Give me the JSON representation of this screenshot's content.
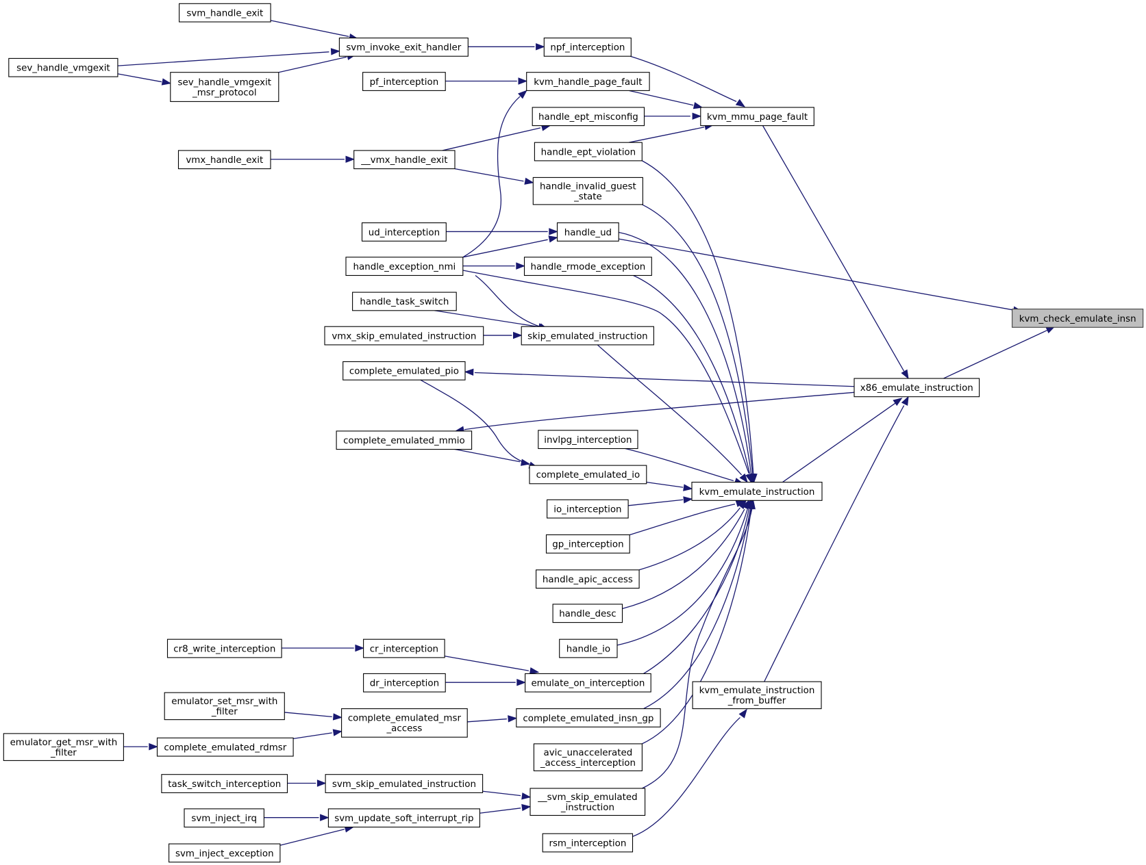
{
  "diagram": {
    "nodes": [
      {
        "id": "kvm_check_emulate_insn",
        "lines": [
          "kvm_check_emulate_insn"
        ],
        "root": true
      },
      {
        "id": "handle_ud",
        "lines": [
          "handle_ud"
        ]
      },
      {
        "id": "x86_emulate_instruction",
        "lines": [
          "x86_emulate_instruction"
        ]
      },
      {
        "id": "kvm_mmu_page_fault",
        "lines": [
          "kvm_mmu_page_fault"
        ]
      },
      {
        "id": "kvm_emulate_instruction",
        "lines": [
          "kvm_emulate_instruction"
        ]
      },
      {
        "id": "kvm_emulate_instruction_from_buffer",
        "lines": [
          "kvm_emulate_instruction",
          "_from_buffer"
        ]
      },
      {
        "id": "npf_interception",
        "lines": [
          "npf_interception"
        ]
      },
      {
        "id": "kvm_handle_page_fault",
        "lines": [
          "kvm_handle_page_fault"
        ]
      },
      {
        "id": "handle_ept_misconfig",
        "lines": [
          "handle_ept_misconfig"
        ]
      },
      {
        "id": "handle_ept_violation",
        "lines": [
          "handle_ept_violation"
        ]
      },
      {
        "id": "handle_invalid_guest_state",
        "lines": [
          "handle_invalid_guest",
          "_state"
        ]
      },
      {
        "id": "handle_rmode_exception",
        "lines": [
          "handle_rmode_exception"
        ]
      },
      {
        "id": "skip_emulated_instruction",
        "lines": [
          "skip_emulated_instruction"
        ]
      },
      {
        "id": "invlpg_interception",
        "lines": [
          "invlpg_interception"
        ]
      },
      {
        "id": "complete_emulated_io",
        "lines": [
          "complete_emulated_io"
        ]
      },
      {
        "id": "io_interception",
        "lines": [
          "io_interception"
        ]
      },
      {
        "id": "gp_interception",
        "lines": [
          "gp_interception"
        ]
      },
      {
        "id": "handle_apic_access",
        "lines": [
          "handle_apic_access"
        ]
      },
      {
        "id": "handle_desc",
        "lines": [
          "handle_desc"
        ]
      },
      {
        "id": "handle_io",
        "lines": [
          "handle_io"
        ]
      },
      {
        "id": "emulate_on_interception",
        "lines": [
          "emulate_on_interception"
        ]
      },
      {
        "id": "complete_emulated_insn_gp",
        "lines": [
          "complete_emulated_insn_gp"
        ]
      },
      {
        "id": "avic_unaccelerated_access_interception",
        "lines": [
          "avic_unaccelerated",
          "_access_interception"
        ]
      },
      {
        "id": "__svm_skip_emulated_instruction",
        "lines": [
          "__svm_skip_emulated",
          "_instruction"
        ]
      },
      {
        "id": "rsm_interception",
        "lines": [
          "rsm_interception"
        ]
      },
      {
        "id": "complete_emulated_pio",
        "lines": [
          "complete_emulated_pio"
        ]
      },
      {
        "id": "complete_emulated_mmio",
        "lines": [
          "complete_emulated_mmio"
        ]
      },
      {
        "id": "svm_invoke_exit_handler",
        "lines": [
          "svm_invoke_exit_handler"
        ]
      },
      {
        "id": "svm_handle_exit",
        "lines": [
          "svm_handle_exit"
        ]
      },
      {
        "id": "sev_handle_vmgexit",
        "lines": [
          "sev_handle_vmgexit"
        ]
      },
      {
        "id": "sev_handle_vmgexit_msr_protocol",
        "lines": [
          "sev_handle_vmgexit",
          "_msr_protocol"
        ]
      },
      {
        "id": "pf_interception",
        "lines": [
          "pf_interception"
        ]
      },
      {
        "id": "handle_exception_nmi",
        "lines": [
          "handle_exception_nmi"
        ]
      },
      {
        "id": "__vmx_handle_exit",
        "lines": [
          "__vmx_handle_exit"
        ]
      },
      {
        "id": "vmx_handle_exit",
        "lines": [
          "vmx_handle_exit"
        ]
      },
      {
        "id": "ud_interception",
        "lines": [
          "ud_interception"
        ]
      },
      {
        "id": "handle_task_switch",
        "lines": [
          "handle_task_switch"
        ]
      },
      {
        "id": "vmx_skip_emulated_instruction",
        "lines": [
          "vmx_skip_emulated_instruction"
        ]
      },
      {
        "id": "cr_interception",
        "lines": [
          "cr_interception"
        ]
      },
      {
        "id": "cr8_write_interception",
        "lines": [
          "cr8_write_interception"
        ]
      },
      {
        "id": "dr_interception",
        "lines": [
          "dr_interception"
        ]
      },
      {
        "id": "complete_emulated_msr_access",
        "lines": [
          "complete_emulated_msr",
          "_access"
        ]
      },
      {
        "id": "emulator_set_msr_with_filter",
        "lines": [
          "emulator_set_msr_with",
          "_filter"
        ]
      },
      {
        "id": "complete_emulated_rdmsr",
        "lines": [
          "complete_emulated_rdmsr"
        ]
      },
      {
        "id": "emulator_get_msr_with_filter",
        "lines": [
          "emulator_get_msr_with",
          "_filter"
        ]
      },
      {
        "id": "svm_skip_emulated_instruction",
        "lines": [
          "svm_skip_emulated_instruction"
        ]
      },
      {
        "id": "task_switch_interception",
        "lines": [
          "task_switch_interception"
        ]
      },
      {
        "id": "svm_update_soft_interrupt_rip",
        "lines": [
          "svm_update_soft_interrupt_rip"
        ]
      },
      {
        "id": "svm_inject_irq",
        "lines": [
          "svm_inject_irq"
        ]
      },
      {
        "id": "svm_inject_exception",
        "lines": [
          "svm_inject_exception"
        ]
      }
    ],
    "edges": [
      {
        "from": "handle_ud",
        "to": "kvm_check_emulate_insn"
      },
      {
        "from": "x86_emulate_instruction",
        "to": "kvm_check_emulate_insn"
      },
      {
        "from": "kvm_mmu_page_fault",
        "to": "x86_emulate_instruction"
      },
      {
        "from": "kvm_emulate_instruction",
        "to": "x86_emulate_instruction"
      },
      {
        "from": "kvm_emulate_instruction_from_buffer",
        "to": "x86_emulate_instruction"
      },
      {
        "from": "x86_emulate_instruction",
        "to": "complete_emulated_pio"
      },
      {
        "from": "x86_emulate_instruction",
        "to": "complete_emulated_mmio"
      },
      {
        "from": "npf_interception",
        "to": "kvm_mmu_page_fault"
      },
      {
        "from": "kvm_handle_page_fault",
        "to": "kvm_mmu_page_fault"
      },
      {
        "from": "handle_ept_misconfig",
        "to": "kvm_mmu_page_fault"
      },
      {
        "from": "handle_ept_violation",
        "to": "kvm_mmu_page_fault"
      },
      {
        "from": "svm_invoke_exit_handler",
        "to": "npf_interception"
      },
      {
        "from": "svm_handle_exit",
        "to": "svm_invoke_exit_handler"
      },
      {
        "from": "sev_handle_vmgexit",
        "to": "svm_invoke_exit_handler"
      },
      {
        "from": "sev_handle_vmgexit_msr_protocol",
        "to": "svm_invoke_exit_handler"
      },
      {
        "from": "sev_handle_vmgexit",
        "to": "sev_handle_vmgexit_msr_protocol"
      },
      {
        "from": "pf_interception",
        "to": "kvm_handle_page_fault"
      },
      {
        "from": "handle_exception_nmi",
        "to": "kvm_handle_page_fault"
      },
      {
        "from": "__vmx_handle_exit",
        "to": "handle_ept_misconfig"
      },
      {
        "from": "vmx_handle_exit",
        "to": "__vmx_handle_exit"
      },
      {
        "from": "__vmx_handle_exit",
        "to": "handle_invalid_guest_state"
      },
      {
        "from": "ud_interception",
        "to": "handle_ud"
      },
      {
        "from": "handle_exception_nmi",
        "to": "handle_ud"
      },
      {
        "from": "handle_exception_nmi",
        "to": "handle_rmode_exception"
      },
      {
        "from": "handle_exception_nmi",
        "to": "skip_emulated_instruction"
      },
      {
        "from": "handle_task_switch",
        "to": "skip_emulated_instruction"
      },
      {
        "from": "vmx_skip_emulated_instruction",
        "to": "skip_emulated_instruction"
      },
      {
        "from": "handle_ept_violation",
        "to": "kvm_emulate_instruction"
      },
      {
        "from": "handle_invalid_guest_state",
        "to": "kvm_emulate_instruction"
      },
      {
        "from": "handle_ud",
        "to": "kvm_emulate_instruction"
      },
      {
        "from": "handle_rmode_exception",
        "to": "kvm_emulate_instruction"
      },
      {
        "from": "handle_exception_nmi",
        "to": "kvm_emulate_instruction"
      },
      {
        "from": "skip_emulated_instruction",
        "to": "kvm_emulate_instruction"
      },
      {
        "from": "invlpg_interception",
        "to": "kvm_emulate_instruction"
      },
      {
        "from": "complete_emulated_io",
        "to": "kvm_emulate_instruction"
      },
      {
        "from": "io_interception",
        "to": "kvm_emulate_instruction"
      },
      {
        "from": "gp_interception",
        "to": "kvm_emulate_instruction"
      },
      {
        "from": "handle_apic_access",
        "to": "kvm_emulate_instruction"
      },
      {
        "from": "handle_desc",
        "to": "kvm_emulate_instruction"
      },
      {
        "from": "handle_io",
        "to": "kvm_emulate_instruction"
      },
      {
        "from": "emulate_on_interception",
        "to": "kvm_emulate_instruction"
      },
      {
        "from": "complete_emulated_insn_gp",
        "to": "kvm_emulate_instruction"
      },
      {
        "from": "avic_unaccelerated_access_interception",
        "to": "kvm_emulate_instruction"
      },
      {
        "from": "__svm_skip_emulated_instruction",
        "to": "kvm_emulate_instruction"
      },
      {
        "from": "complete_emulated_pio",
        "to": "complete_emulated_io"
      },
      {
        "from": "complete_emulated_mmio",
        "to": "complete_emulated_io"
      },
      {
        "from": "cr_interception",
        "to": "emulate_on_interception"
      },
      {
        "from": "dr_interception",
        "to": "emulate_on_interception"
      },
      {
        "from": "cr8_write_interception",
        "to": "cr_interception"
      },
      {
        "from": "complete_emulated_msr_access",
        "to": "complete_emulated_insn_gp"
      },
      {
        "from": "emulator_set_msr_with_filter",
        "to": "complete_emulated_msr_access"
      },
      {
        "from": "complete_emulated_rdmsr",
        "to": "complete_emulated_msr_access"
      },
      {
        "from": "emulator_get_msr_with_filter",
        "to": "complete_emulated_rdmsr"
      },
      {
        "from": "svm_skip_emulated_instruction",
        "to": "__svm_skip_emulated_instruction"
      },
      {
        "from": "svm_update_soft_interrupt_rip",
        "to": "__svm_skip_emulated_instruction"
      },
      {
        "from": "task_switch_interception",
        "to": "svm_skip_emulated_instruction"
      },
      {
        "from": "svm_inject_irq",
        "to": "svm_update_soft_interrupt_rip"
      },
      {
        "from": "svm_inject_exception",
        "to": "svm_update_soft_interrupt_rip"
      },
      {
        "from": "rsm_interception",
        "to": "kvm_emulate_instruction_from_buffer"
      }
    ]
  }
}
